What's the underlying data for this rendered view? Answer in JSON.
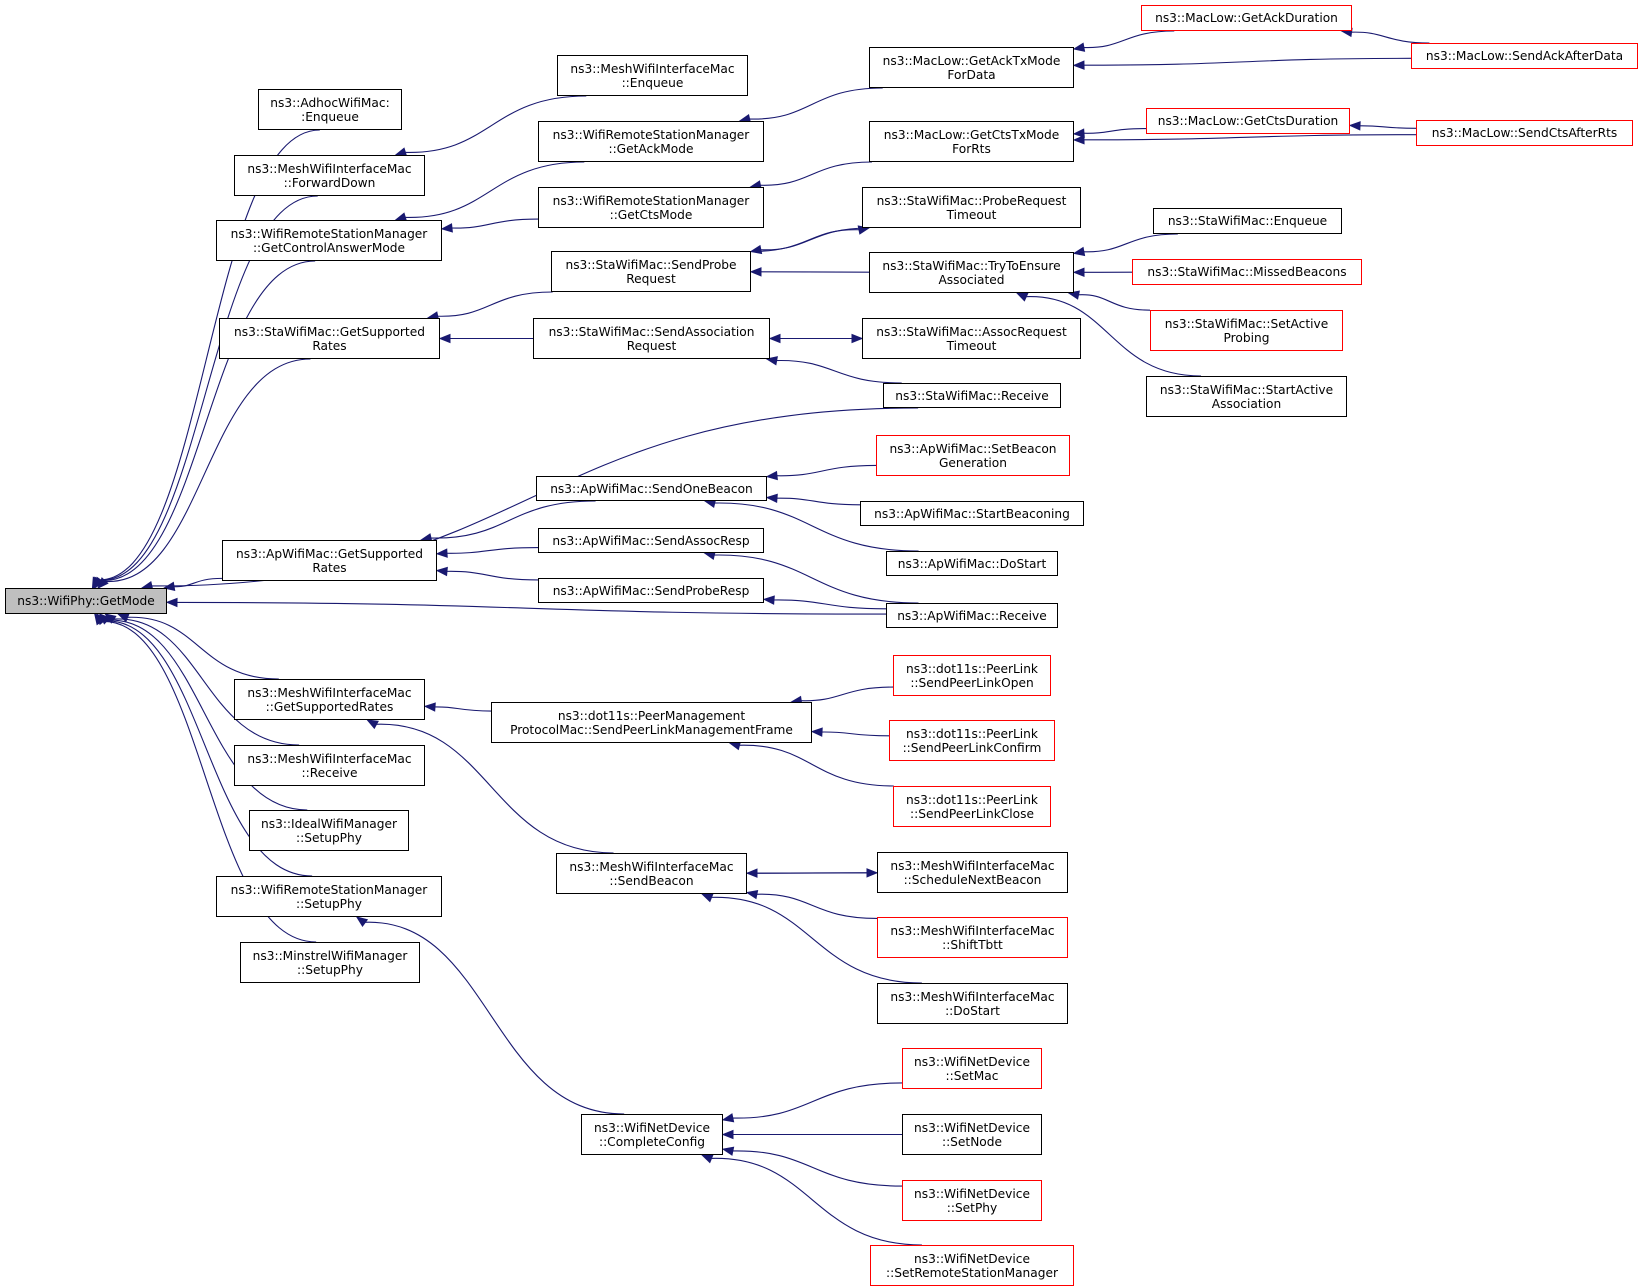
{
  "graph": {
    "edge_color": "#191970",
    "root_fill": "#bfbfbf",
    "red_border": "#ff0000",
    "nodes": [
      {
        "id": "getmode",
        "label": "ns3::WifiPhy::GetMode",
        "style": "root"
      },
      {
        "id": "adhoc_enqueue",
        "label": "ns3::AdhocWifiMac:\n:Enqueue",
        "style": "normal"
      },
      {
        "id": "mesh_forwarddown",
        "label": "ns3::MeshWifiInterfaceMac\n::ForwardDown",
        "style": "normal"
      },
      {
        "id": "wrsm_getcontrolanswermode",
        "label": "ns3::WifiRemoteStationManager\n::GetControlAnswerMode",
        "style": "normal"
      },
      {
        "id": "sta_getsupportedrates",
        "label": "ns3::StaWifiMac::GetSupported\nRates",
        "style": "normal"
      },
      {
        "id": "ap_getsupportedrates",
        "label": "ns3::ApWifiMac::GetSupported\nRates",
        "style": "normal"
      },
      {
        "id": "mesh_getsupportedrates",
        "label": "ns3::MeshWifiInterfaceMac\n::GetSupportedRates",
        "style": "normal"
      },
      {
        "id": "mesh_receive",
        "label": "ns3::MeshWifiInterfaceMac\n::Receive",
        "style": "normal"
      },
      {
        "id": "ideal_setupphy",
        "label": "ns3::IdealWifiManager\n::SetupPhy",
        "style": "normal"
      },
      {
        "id": "wrsm_setupphy",
        "label": "ns3::WifiRemoteStationManager\n::SetupPhy",
        "style": "normal"
      },
      {
        "id": "minstrel_setupphy",
        "label": "ns3::MinstrelWifiManager\n::SetupPhy",
        "style": "normal"
      },
      {
        "id": "mesh_enqueue",
        "label": "ns3::MeshWifiInterfaceMac\n::Enqueue",
        "style": "normal"
      },
      {
        "id": "wrsm_getackmode",
        "label": "ns3::WifiRemoteStationManager\n::GetAckMode",
        "style": "normal"
      },
      {
        "id": "wrsm_getctsmode",
        "label": "ns3::WifiRemoteStationManager\n::GetCtsMode",
        "style": "normal"
      },
      {
        "id": "sta_sendproberequest",
        "label": "ns3::StaWifiMac::SendProbe\nRequest",
        "style": "normal"
      },
      {
        "id": "sta_sendassociationrequest",
        "label": "ns3::StaWifiMac::SendAssociation\nRequest",
        "style": "normal"
      },
      {
        "id": "ap_sendonebeacon",
        "label": "ns3::ApWifiMac::SendOneBeacon",
        "style": "normal"
      },
      {
        "id": "ap_sendassocresp",
        "label": "ns3::ApWifiMac::SendAssocResp",
        "style": "normal"
      },
      {
        "id": "ap_sendproberesp",
        "label": "ns3::ApWifiMac::SendProbeResp",
        "style": "normal"
      },
      {
        "id": "peer_sendpeerlinkmgmt",
        "label": "ns3::dot11s::PeerManagement\nProtocolMac::SendPeerLinkManagementFrame",
        "style": "normal"
      },
      {
        "id": "mesh_sendbeacon",
        "label": "ns3::MeshWifiInterfaceMac\n::SendBeacon",
        "style": "normal"
      },
      {
        "id": "wnd_completeconfig",
        "label": "ns3::WifiNetDevice\n::CompleteConfig",
        "style": "normal"
      },
      {
        "id": "maclow_getacktxmode",
        "label": "ns3::MacLow::GetAckTxMode\nForData",
        "style": "normal"
      },
      {
        "id": "maclow_getctstxmode",
        "label": "ns3::MacLow::GetCtsTxMode\nForRts",
        "style": "normal"
      },
      {
        "id": "sta_proberequesttimeout",
        "label": "ns3::StaWifiMac::ProbeRequest\nTimeout",
        "style": "normal"
      },
      {
        "id": "sta_trytoensure",
        "label": "ns3::StaWifiMac::TryToEnsure\nAssociated",
        "style": "normal"
      },
      {
        "id": "sta_assocrequesttimeout",
        "label": "ns3::StaWifiMac::AssocRequest\nTimeout",
        "style": "normal"
      },
      {
        "id": "sta_receive",
        "label": "ns3::StaWifiMac::Receive",
        "style": "normal"
      },
      {
        "id": "ap_setbeacongeneration",
        "label": "ns3::ApWifiMac::SetBeacon\nGeneration",
        "style": "red"
      },
      {
        "id": "ap_startbeaconing",
        "label": "ns3::ApWifiMac::StartBeaconing",
        "style": "normal"
      },
      {
        "id": "ap_dostart",
        "label": "ns3::ApWifiMac::DoStart",
        "style": "normal"
      },
      {
        "id": "ap_receive",
        "label": "ns3::ApWifiMac::Receive",
        "style": "normal"
      },
      {
        "id": "peerlink_sendopen",
        "label": "ns3::dot11s::PeerLink\n::SendPeerLinkOpen",
        "style": "red"
      },
      {
        "id": "peerlink_sendconfirm",
        "label": "ns3::dot11s::PeerLink\n::SendPeerLinkConfirm",
        "style": "red"
      },
      {
        "id": "peerlink_sendclose",
        "label": "ns3::dot11s::PeerLink\n::SendPeerLinkClose",
        "style": "red"
      },
      {
        "id": "mesh_schedulenextbeacon",
        "label": "ns3::MeshWifiInterfaceMac\n::ScheduleNextBeacon",
        "style": "normal"
      },
      {
        "id": "mesh_shifttbtt",
        "label": "ns3::MeshWifiInterfaceMac\n::ShiftTbtt",
        "style": "red"
      },
      {
        "id": "mesh_dostart",
        "label": "ns3::MeshWifiInterfaceMac\n::DoStart",
        "style": "normal"
      },
      {
        "id": "wnd_setmac",
        "label": "ns3::WifiNetDevice\n::SetMac",
        "style": "red"
      },
      {
        "id": "wnd_setnode",
        "label": "ns3::WifiNetDevice\n::SetNode",
        "style": "normal"
      },
      {
        "id": "wnd_setphy",
        "label": "ns3::WifiNetDevice\n::SetPhy",
        "style": "red"
      },
      {
        "id": "wnd_setremotestationmanager",
        "label": "ns3::WifiNetDevice\n::SetRemoteStationManager",
        "style": "red"
      },
      {
        "id": "maclow_getackduration",
        "label": "ns3::MacLow::GetAckDuration",
        "style": "red"
      },
      {
        "id": "maclow_sendackafterdata",
        "label": "ns3::MacLow::SendAckAfterData",
        "style": "red"
      },
      {
        "id": "maclow_getctsduration",
        "label": "ns3::MacLow::GetCtsDuration",
        "style": "red"
      },
      {
        "id": "maclow_sendctsafterrts",
        "label": "ns3::MacLow::SendCtsAfterRts",
        "style": "red"
      },
      {
        "id": "sta_enqueue",
        "label": "ns3::StaWifiMac::Enqueue",
        "style": "normal"
      },
      {
        "id": "sta_missedbeacons",
        "label": "ns3::StaWifiMac::MissedBeacons",
        "style": "red"
      },
      {
        "id": "sta_setactiveprobing",
        "label": "ns3::StaWifiMac::SetActive\nProbing",
        "style": "red"
      },
      {
        "id": "sta_startactiveassociation",
        "label": "ns3::StaWifiMac::StartActive\nAssociation",
        "style": "normal"
      }
    ],
    "edges": [
      {
        "from": "adhoc_enqueue",
        "to": "getmode"
      },
      {
        "from": "mesh_forwarddown",
        "to": "getmode"
      },
      {
        "from": "wrsm_getcontrolanswermode",
        "to": "getmode"
      },
      {
        "from": "sta_getsupportedrates",
        "to": "getmode"
      },
      {
        "from": "sta_receive",
        "to": "getmode"
      },
      {
        "from": "ap_getsupportedrates",
        "to": "getmode"
      },
      {
        "from": "ap_receive",
        "to": "getmode"
      },
      {
        "from": "mesh_getsupportedrates",
        "to": "getmode"
      },
      {
        "from": "mesh_receive",
        "to": "getmode"
      },
      {
        "from": "ideal_setupphy",
        "to": "getmode"
      },
      {
        "from": "wrsm_setupphy",
        "to": "getmode"
      },
      {
        "from": "minstrel_setupphy",
        "to": "getmode"
      },
      {
        "from": "mesh_enqueue",
        "to": "mesh_forwarddown"
      },
      {
        "from": "wrsm_getackmode",
        "to": "wrsm_getcontrolanswermode"
      },
      {
        "from": "wrsm_getctsmode",
        "to": "wrsm_getcontrolanswermode"
      },
      {
        "from": "maclow_getacktxmode",
        "to": "wrsm_getackmode"
      },
      {
        "from": "maclow_getctstxmode",
        "to": "wrsm_getctsmode"
      },
      {
        "from": "maclow_getackduration",
        "to": "maclow_getacktxmode"
      },
      {
        "from": "maclow_sendackafterdata",
        "to": "maclow_getacktxmode"
      },
      {
        "from": "maclow_sendackafterdata",
        "to": "maclow_getackduration"
      },
      {
        "from": "maclow_getctsduration",
        "to": "maclow_getctstxmode"
      },
      {
        "from": "maclow_sendctsafterrts",
        "to": "maclow_getctstxmode"
      },
      {
        "from": "maclow_sendctsafterrts",
        "to": "maclow_getctsduration"
      },
      {
        "from": "sta_sendproberequest",
        "to": "sta_getsupportedrates"
      },
      {
        "from": "sta_sendassociationrequest",
        "to": "sta_getsupportedrates"
      },
      {
        "from": "sta_proberequesttimeout",
        "to": "sta_sendproberequest"
      },
      {
        "from": "sta_trytoensure",
        "to": "sta_sendproberequest"
      },
      {
        "from": "sta_sendproberequest",
        "to": "sta_proberequesttimeout"
      },
      {
        "from": "sta_enqueue",
        "to": "sta_trytoensure"
      },
      {
        "from": "sta_missedbeacons",
        "to": "sta_trytoensure"
      },
      {
        "from": "sta_setactiveprobing",
        "to": "sta_trytoensure"
      },
      {
        "from": "sta_startactiveassociation",
        "to": "sta_trytoensure"
      },
      {
        "from": "sta_assocrequesttimeout",
        "to": "sta_sendassociationrequest"
      },
      {
        "from": "sta_sendassociationrequest",
        "to": "sta_assocrequesttimeout"
      },
      {
        "from": "sta_receive",
        "to": "sta_sendassociationrequest"
      },
      {
        "from": "ap_sendonebeacon",
        "to": "ap_getsupportedrates"
      },
      {
        "from": "ap_sendassocresp",
        "to": "ap_getsupportedrates"
      },
      {
        "from": "ap_sendproberesp",
        "to": "ap_getsupportedrates"
      },
      {
        "from": "ap_setbeacongeneration",
        "to": "ap_sendonebeacon"
      },
      {
        "from": "ap_startbeaconing",
        "to": "ap_sendonebeacon"
      },
      {
        "from": "ap_dostart",
        "to": "ap_sendonebeacon"
      },
      {
        "from": "ap_receive",
        "to": "ap_sendassocresp"
      },
      {
        "from": "ap_receive",
        "to": "ap_sendproberesp"
      },
      {
        "from": "peer_sendpeerlinkmgmt",
        "to": "mesh_getsupportedrates"
      },
      {
        "from": "mesh_sendbeacon",
        "to": "mesh_getsupportedrates"
      },
      {
        "from": "peerlink_sendopen",
        "to": "peer_sendpeerlinkmgmt"
      },
      {
        "from": "peerlink_sendconfirm",
        "to": "peer_sendpeerlinkmgmt"
      },
      {
        "from": "peerlink_sendclose",
        "to": "peer_sendpeerlinkmgmt"
      },
      {
        "from": "mesh_schedulenextbeacon",
        "to": "mesh_sendbeacon"
      },
      {
        "from": "mesh_sendbeacon",
        "to": "mesh_schedulenextbeacon"
      },
      {
        "from": "mesh_shifttbtt",
        "to": "mesh_sendbeacon"
      },
      {
        "from": "mesh_dostart",
        "to": "mesh_sendbeacon"
      },
      {
        "from": "wnd_completeconfig",
        "to": "wrsm_setupphy"
      },
      {
        "from": "wnd_setmac",
        "to": "wnd_completeconfig"
      },
      {
        "from": "wnd_setnode",
        "to": "wnd_completeconfig"
      },
      {
        "from": "wnd_setphy",
        "to": "wnd_completeconfig"
      },
      {
        "from": "wnd_setremotestationmanager",
        "to": "wnd_completeconfig"
      }
    ]
  }
}
